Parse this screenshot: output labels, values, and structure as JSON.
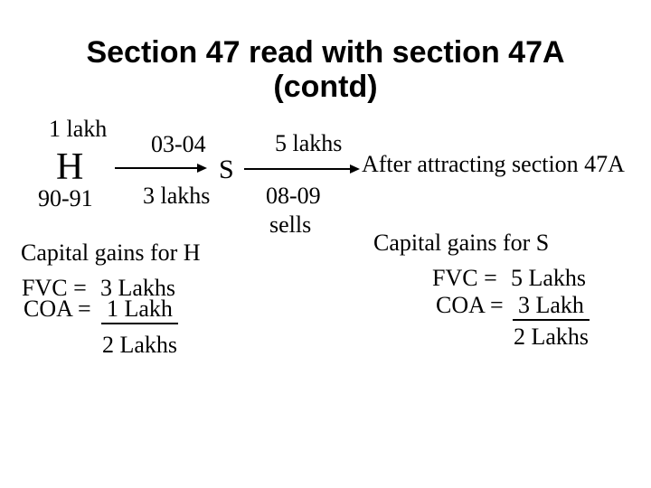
{
  "title": {
    "line1": "Section 47 read with section 47A",
    "line2": "(contd)"
  },
  "diagram": {
    "h_node": {
      "holding": "1 lakh",
      "label": "H",
      "year": "90-91"
    },
    "transfer_h_to_s": {
      "year": "03-04",
      "amount": "3 lakhs"
    },
    "s_node": {
      "label": "S"
    },
    "sale_by_s": {
      "amount": "5 lakhs",
      "year": "08-09",
      "action": "sells"
    },
    "outcome": "After attracting section 47A"
  },
  "capital_gains_h": {
    "heading": "Capital gains for H",
    "fvc_label": "FVC =",
    "fvc_value": "3 Lakhs",
    "coa_label": "COA =",
    "coa_value": "1 Lakh",
    "net_value": "2 Lakhs"
  },
  "capital_gains_s": {
    "heading": "Capital gains for S",
    "fvc_label": "FVC =",
    "fvc_value": "5 Lakhs",
    "coa_label": "COA =",
    "coa_value": "3 Lakh",
    "net_value": "2 Lakhs"
  },
  "colors": {
    "background": "#ffffff",
    "text": "#000000"
  }
}
